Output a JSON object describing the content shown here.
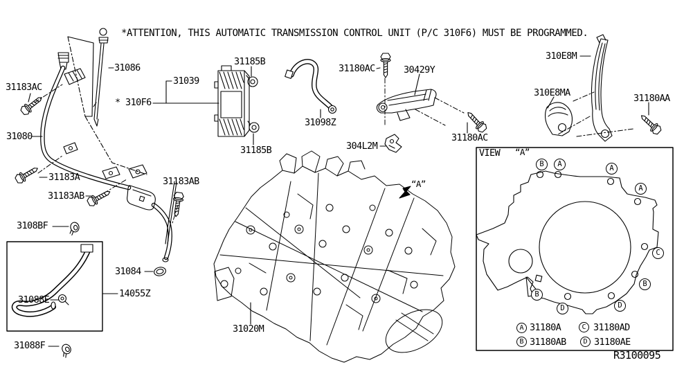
{
  "attention": "*ATTENTION, THIS AUTOMATIC TRANSMISSION CONTROL UNIT (P/C 310F6) MUST BE PROGRAMMED.",
  "diagram_ref": "R3100095",
  "view_title": "VIEW",
  "view_title_a": "“A”",
  "arrow_a": "“A”",
  "labels": [
    {
      "text": "31183AC"
    },
    {
      "text": "31086"
    },
    {
      "text": "31080"
    },
    {
      "text": "* 310F6"
    },
    {
      "text": "31039"
    },
    {
      "text": "31185B"
    },
    {
      "text": "31185B"
    },
    {
      "text": "31098Z"
    },
    {
      "text": "31180AC"
    },
    {
      "text": "30429Y"
    },
    {
      "text": "31180AC"
    },
    {
      "text": "304L2M"
    },
    {
      "text": "310E8M"
    },
    {
      "text": "310E8MA"
    },
    {
      "text": "31180AA"
    },
    {
      "text": "31183A"
    },
    {
      "text": "31183AB"
    },
    {
      "text": "31183AB"
    },
    {
      "text": "3108BF"
    },
    {
      "text": "31088E"
    },
    {
      "text": "14055Z"
    },
    {
      "text": "31084"
    },
    {
      "text": "31088F"
    },
    {
      "text": "31020M"
    }
  ],
  "view_markers": [
    "B",
    "A",
    "A",
    "A",
    "C",
    "B",
    "B",
    "D",
    "D"
  ],
  "legend": {
    "rows": [
      {
        "key": "A",
        "part": "31180A"
      },
      {
        "key": "C",
        "part": "31180AD"
      },
      {
        "key": "B",
        "part": "31180AB"
      },
      {
        "key": "D",
        "part": "31180AE"
      }
    ]
  },
  "colors": {
    "ink": "#000000",
    "paper": "#ffffff"
  }
}
